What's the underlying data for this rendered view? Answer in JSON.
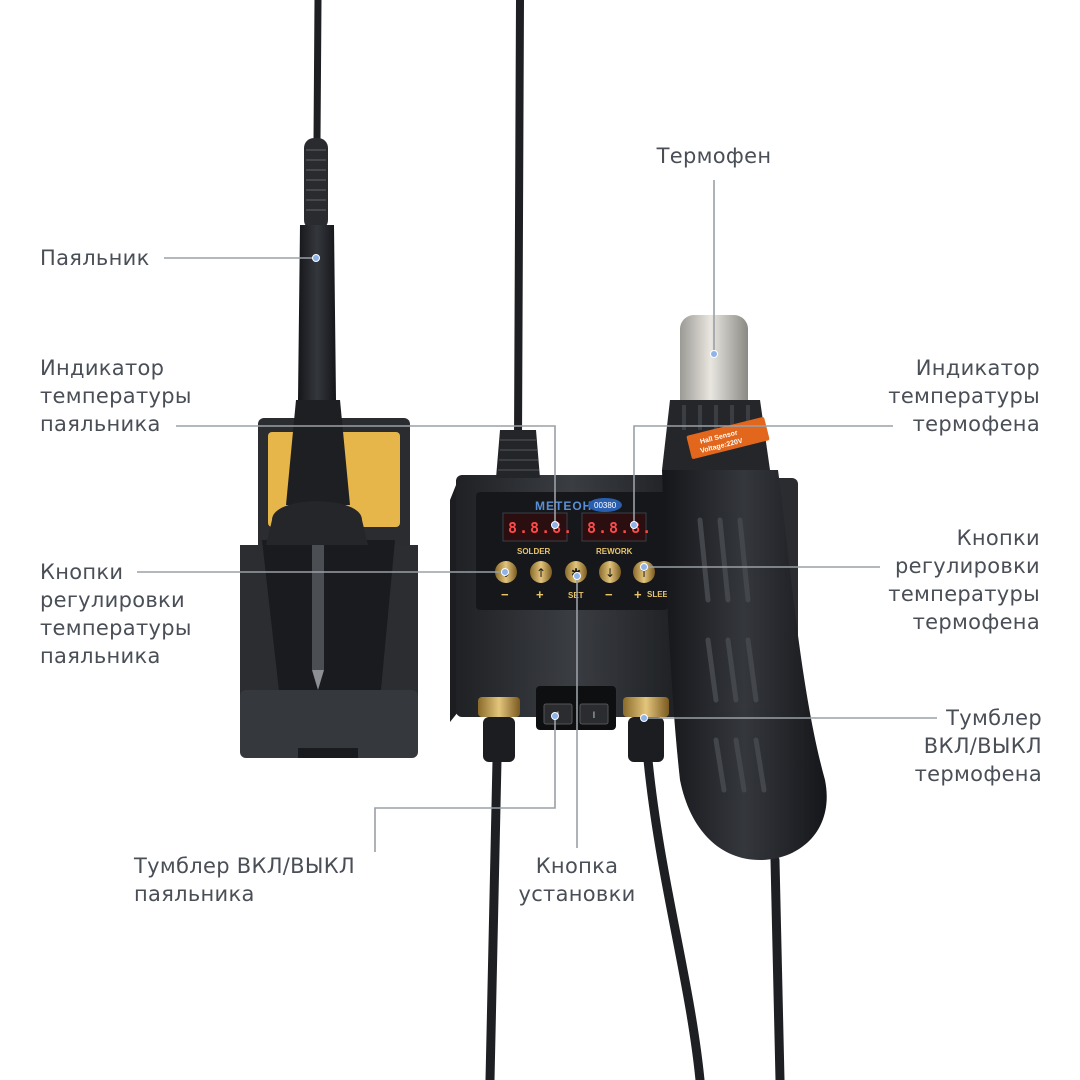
{
  "callouts": {
    "soldering_iron": "Паяльник",
    "hot_air_gun": "Термофен",
    "iron_temp_display": "Индикатор\nтемпературы\nпаяльника",
    "gun_temp_display": "Индикатор\nтемпературы\nтермофена",
    "iron_temp_buttons": "Кнопки\nрегулировки\nтемпературы\nпаяльника",
    "gun_temp_buttons": "Кнопки\nрегулировки\nтемпературы\nтермофена",
    "gun_power_switch": "Тумблер\nВКЛ/ВЫКЛ\nтермофена",
    "iron_power_switch": "Тумблер ВКЛ/ВЫКЛ\nпаяльника",
    "set_button": "Кнопка\nустановки"
  },
  "panel": {
    "brand": "METEOH",
    "model": "00380",
    "left_display": "8.8.8.",
    "right_display": "8.8.8.",
    "left_group": "SOLDER",
    "right_group": "REWORK",
    "set_label": "SET",
    "minus": "−",
    "plus": "+",
    "sleep_label": "SLEEP",
    "gun_sticker_line1": "Hall Sensor",
    "gun_sticker_line2": "Voltage:220V"
  },
  "colors": {
    "label_text": "#4a4f57",
    "leader_line": "#9aa0a6",
    "marker_dot": "#8fb3e8",
    "body_dark": "#2b2d30",
    "sponge": "#e6b64a",
    "lcd_red": "#ff4a4a",
    "button_gold": "#c9a24a",
    "sticker_orange": "#e2661c"
  }
}
